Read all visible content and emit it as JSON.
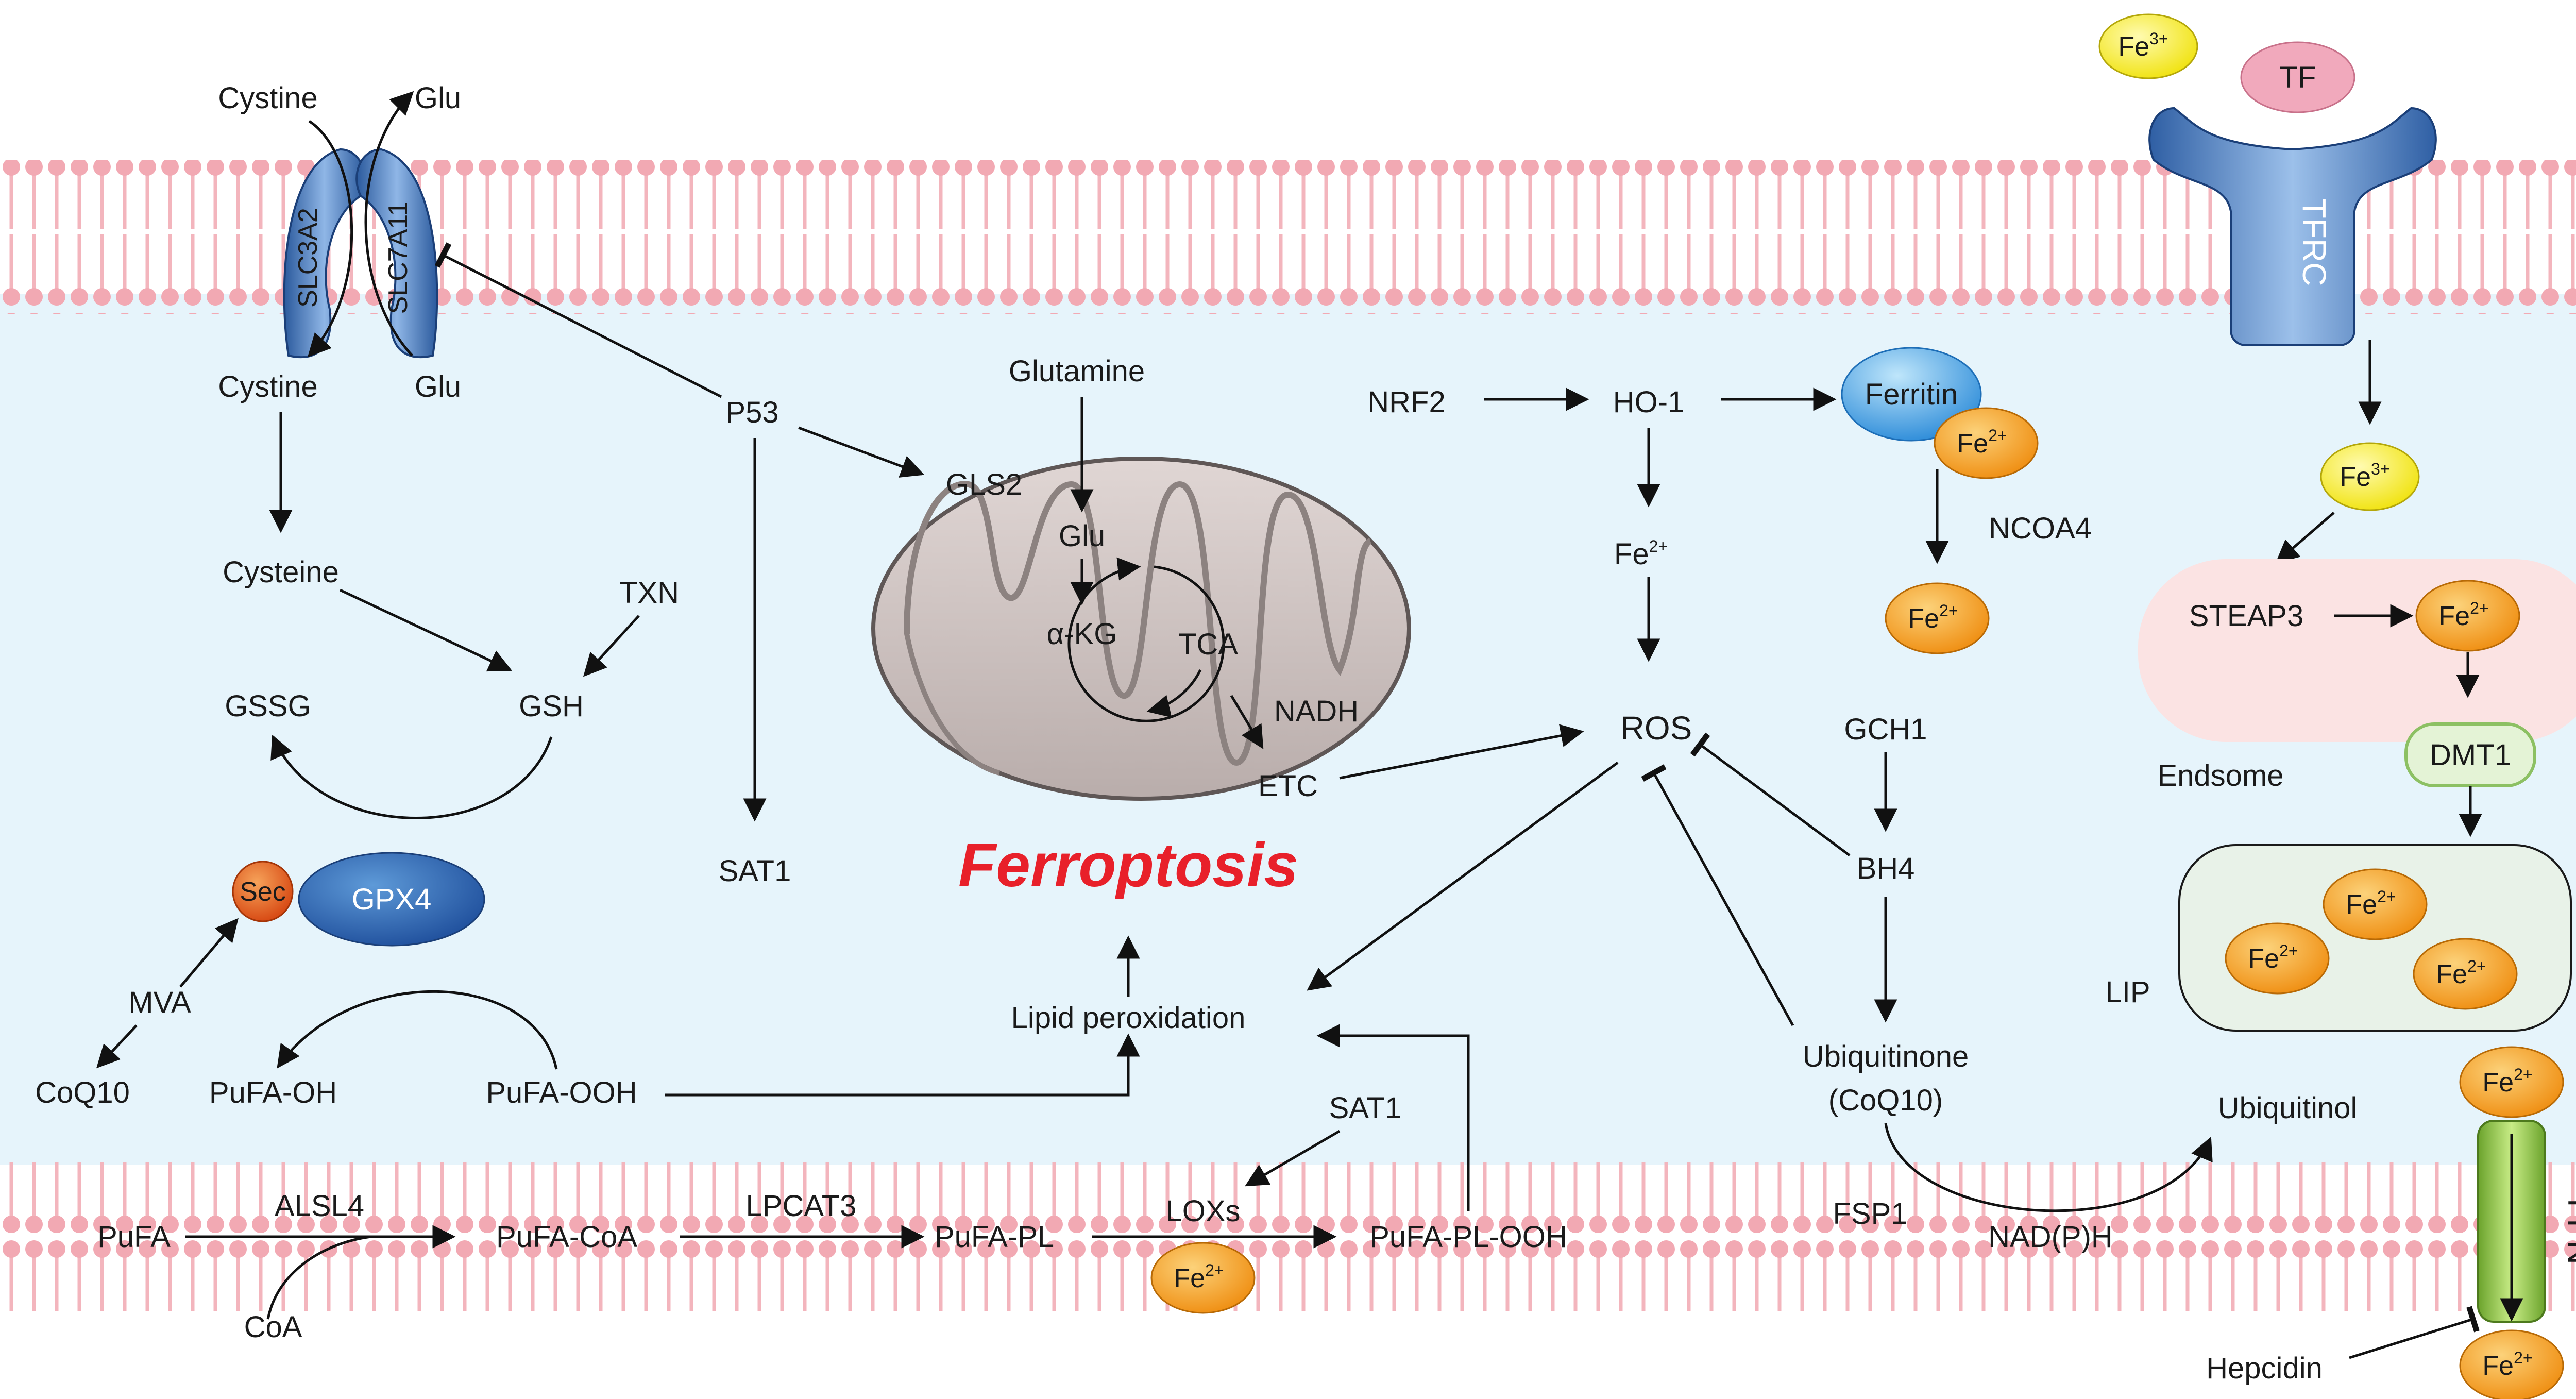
{
  "membrane": {
    "top_label": "",
    "bottom_label": ""
  },
  "labels": {
    "cystine_out": "Cystine",
    "glu_out": "Glu",
    "cystine_in": "Cystine",
    "glu_in": "Glu",
    "slc3a2": "SLC3A2",
    "slc7a11": "SLC7A11",
    "cysteine": "Cysteine",
    "txn": "TXN",
    "gssg": "GSSG",
    "gsh": "GSH",
    "sec": "Sec",
    "gpx4": "GPX4",
    "mva": "MVA",
    "coq10": "CoQ10",
    "pufa_oh": "PuFA-OH",
    "pufa_ooh": "PuFA-OOH",
    "p53": "P53",
    "sat1_a": "SAT1",
    "glutamine": "Glutamine",
    "gls2": "GLS2",
    "glu_mito": "Glu",
    "akg": "α-KG",
    "tca": "TCA",
    "nadh": "NADH",
    "etc": "ETC",
    "ferroptosis": "Ferroptosis",
    "lipid_perox": "Lipid peroxidation",
    "nrf2": "NRF2",
    "ho1": "HO-1",
    "ferritin": "Ferritin",
    "ncoa4": "NCOA4",
    "ros": "ROS",
    "gch1": "GCH1",
    "bh4": "BH4",
    "ubiquitinone": "Ubiquitinone",
    "coq10_paren": "(CoQ10)",
    "ubiquitinol": "Ubiquitinol",
    "fsp1": "FSP1",
    "nadph": "NAD(P)H",
    "sat1_b": "SAT1",
    "loxs": "LOXs",
    "pufa": "PuFA",
    "alsl4": "ALSL4",
    "pufa_coa": "PuFA-CoA",
    "lpcat3": "LPCAT3",
    "pufa_pl": "PuFA-PL",
    "pufa_pl_ooh": "PuFA-PL-OOH",
    "coa": "CoA",
    "tf": "TF",
    "tfrc": "TFRC",
    "steap3": "STEAP3",
    "dmt1": "DMT1",
    "endsome": "Endsome",
    "lip": "LIP",
    "fpn": "FPN",
    "hepcidin": "Hepcidin"
  },
  "ions": {
    "fe": "Fe",
    "fe2_charge": "2+",
    "fe3_charge": "3+"
  },
  "colors": {
    "membrane_head": "#f2b9c0",
    "membrane_tail": "#f6cdd2",
    "cytosol": "#e6f4fb",
    "fe2_orange": "#f29a1c",
    "fe3_yellow": "#f7ec1f",
    "blue_protein": "#2f6ab8",
    "ferroptosis_red": "#e8202a"
  }
}
